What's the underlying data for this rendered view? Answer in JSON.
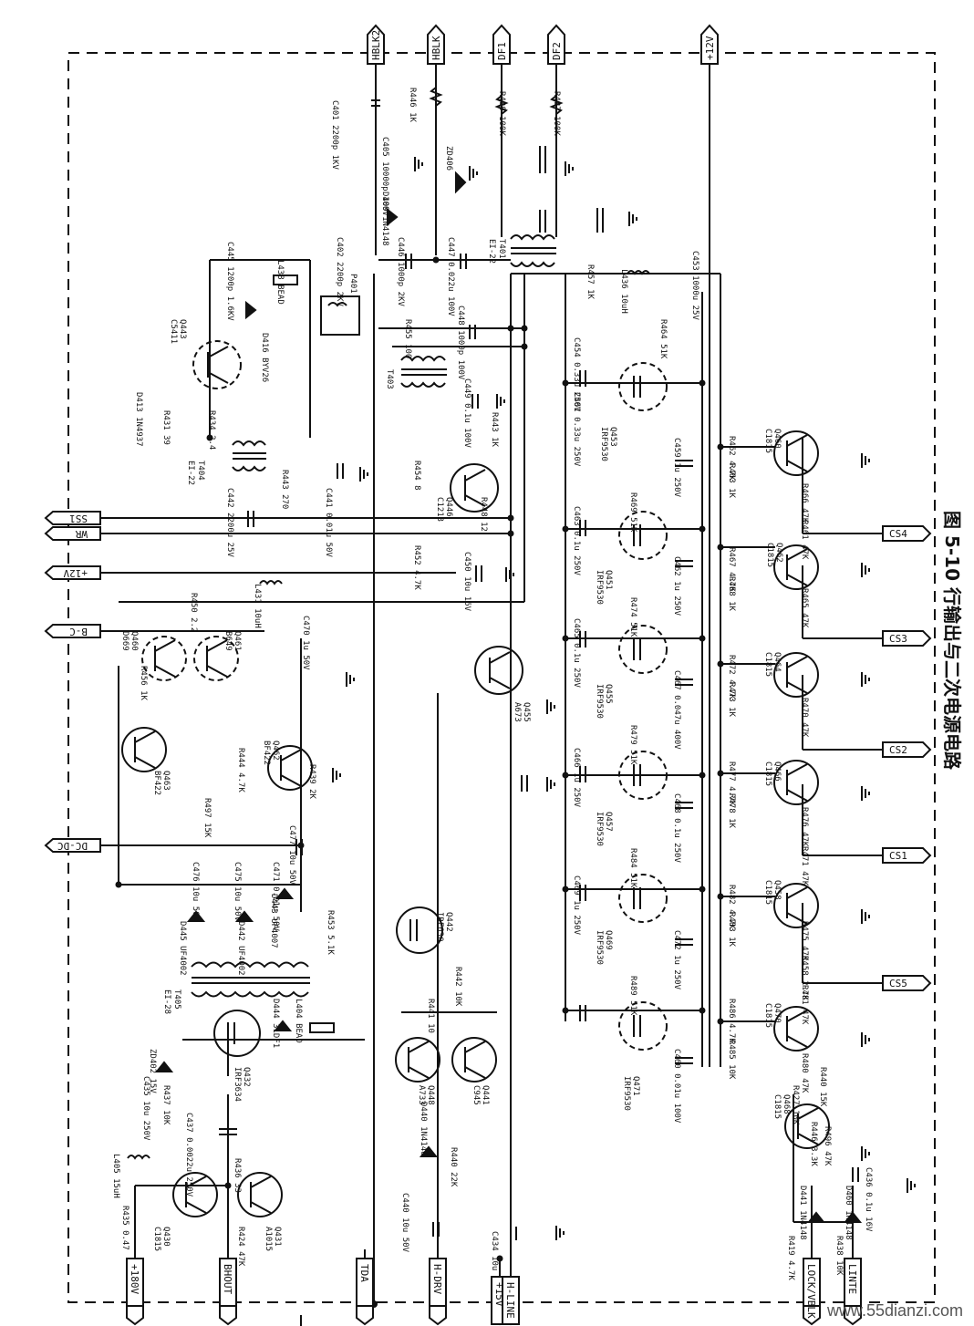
{
  "figure": {
    "caption": "图 5-10  行输出与二次电源电路",
    "watermark": "www.55dianzi.com"
  },
  "connectors_top": [
    "HBLK2",
    "HBLK",
    "DF1",
    "DF2",
    "+12V"
  ],
  "connectors_left": [
    "+12V",
    "WR",
    "SS1",
    "B-C",
    "DC-DC"
  ],
  "connectors_right": [
    "CS4",
    "CS3",
    "CS2",
    "CS1",
    "CS5"
  ],
  "connectors_bottom": [
    "+180V",
    "BHOUT",
    "TDA",
    "H-DRV",
    "+15V",
    "H-LINE",
    "LOCK/VBLK",
    "LINTE"
  ],
  "transformers": [
    {
      "ref": "T401",
      "part": "EI-22"
    },
    {
      "ref": "T403",
      "part": ""
    },
    {
      "ref": "T404",
      "part": "EI-22"
    },
    {
      "ref": "T405",
      "part": "EI-28"
    }
  ],
  "transistors": [
    {
      "ref": "Q443",
      "part": "C5411"
    },
    {
      "ref": "Q446",
      "part": "C1213"
    },
    {
      "ref": "Q455",
      "part": "A673"
    },
    {
      "ref": "Q442",
      "part": "IRF630"
    },
    {
      "ref": "Q448",
      "part": "A733"
    },
    {
      "ref": "Q441",
      "part": "C945"
    },
    {
      "ref": "Q432",
      "part": "IRF3634"
    },
    {
      "ref": "Q430",
      "part": "C1815"
    },
    {
      "ref": "Q431",
      "part": "A1015"
    },
    {
      "ref": "Q460",
      "part": "D669"
    },
    {
      "ref": "Q461",
      "part": "B649"
    },
    {
      "ref": "Q462",
      "part": "BF422"
    },
    {
      "ref": "Q463",
      "part": "BF422"
    },
    {
      "ref": "Q453",
      "part": "IRF9530"
    },
    {
      "ref": "Q451",
      "part": "IRF9530"
    },
    {
      "ref": "Q455",
      "part": "IRF9530"
    },
    {
      "ref": "Q457",
      "part": "IRF9530"
    },
    {
      "ref": "Q469",
      "part": "IRF9530"
    },
    {
      "ref": "Q471",
      "part": "IRF9530"
    },
    {
      "ref": "Q460",
      "part": "C1815"
    },
    {
      "ref": "Q462",
      "part": "C1815"
    },
    {
      "ref": "Q464",
      "part": "C1815"
    },
    {
      "ref": "Q466",
      "part": "C1815"
    },
    {
      "ref": "Q458",
      "part": "C1815"
    },
    {
      "ref": "Q470",
      "part": "C1815"
    },
    {
      "ref": "Q468",
      "part": "C1815"
    }
  ],
  "resistors": [
    "R446 1K",
    "R443 1K",
    "R490 100K",
    "R487 100K",
    "R455 100",
    "R454 8",
    "R448 12",
    "R452 4.7K",
    "R450 2.2",
    "R456 1K",
    "R444 4.7K",
    "R439 2K",
    "R497 15K",
    "R453 5.1K",
    "R441 10",
    "R442 10K",
    "R440 22K",
    "R437 10K",
    "R436 33",
    "R435 0.47",
    "R424 47K",
    "R419 4.7K",
    "R438 10K",
    "R462 4.7K",
    "R463 1K",
    "R467 4.7K",
    "R468 1K",
    "R472 4.7K",
    "R473 1K",
    "R477 4.7K",
    "R478 1K",
    "R482 4.7K",
    "R483 1K",
    "R486 4.7K",
    "R485 10K",
    "R440 15K",
    "R446 3.3K",
    "R431 39",
    "R434 2.4",
    "R443 270",
    "R457 1K",
    "R464 51K",
    "R469 51K",
    "R474 51K",
    "R479 51K",
    "R484 51K",
    "R489 51K",
    "R466 47K",
    "R465 47K",
    "R470 47K",
    "R476 47K",
    "R471 47K",
    "R475 47K",
    "R461 47K",
    "R458 2.7K",
    "R481 47K",
    "R480 47K",
    "R496 47K",
    "R427 10K",
    "R458 1K"
  ],
  "capacitors": [
    "C401 2200p 1KV",
    "C405 10000p 100V",
    "C402 2200p 2KV",
    "C446 1000p 2KV",
    "C447 0.022u 100V",
    "C445 1200p 1.6KV",
    "C448 1000p 100V",
    "C449 0.1u 100V",
    "C441 0.01u 50V",
    "C442 2200u 25V",
    "C450 10u 16V",
    "C470 1u 50V",
    "C477 10u 50V",
    "C476 10u 50V",
    "C475 10u 50V",
    "C471 0.01u 50V",
    "C440 10u 50V",
    "C434 10u 50V",
    "C436 0.1u 16V",
    "C435 10u 250V",
    "C437 0.0022u 250V",
    "C453 1000u 25V",
    "C454 0.33u 250V",
    "C461 0.33u 250V",
    "C459 1u 250V",
    "C463 0.1u 250V",
    "C462 1u 250V",
    "C465 0.1u 250V",
    "C467 0.047u 400V",
    "C466 1u 250V",
    "C468 0.1u 250V",
    "C469 1u 250V",
    "C472 1u 250V",
    "C460 0.01u 100V"
  ],
  "diodes": [
    "ZD406",
    "D409 1N4148",
    "D413 1N4937",
    "D416 BYV26",
    "D445 UF4002",
    "D442 UF4002",
    "D443 UF4007",
    "D444 31DF1",
    "ZD402 15V",
    "D440 1N4148",
    "D441 1N4148",
    "D460 1N4148"
  ],
  "inductors": [
    "L436 10uH",
    "L431 10uH",
    "L405 15uH",
    "L404 BEAD",
    "L438 BEAD"
  ],
  "other": [
    "P401"
  ]
}
